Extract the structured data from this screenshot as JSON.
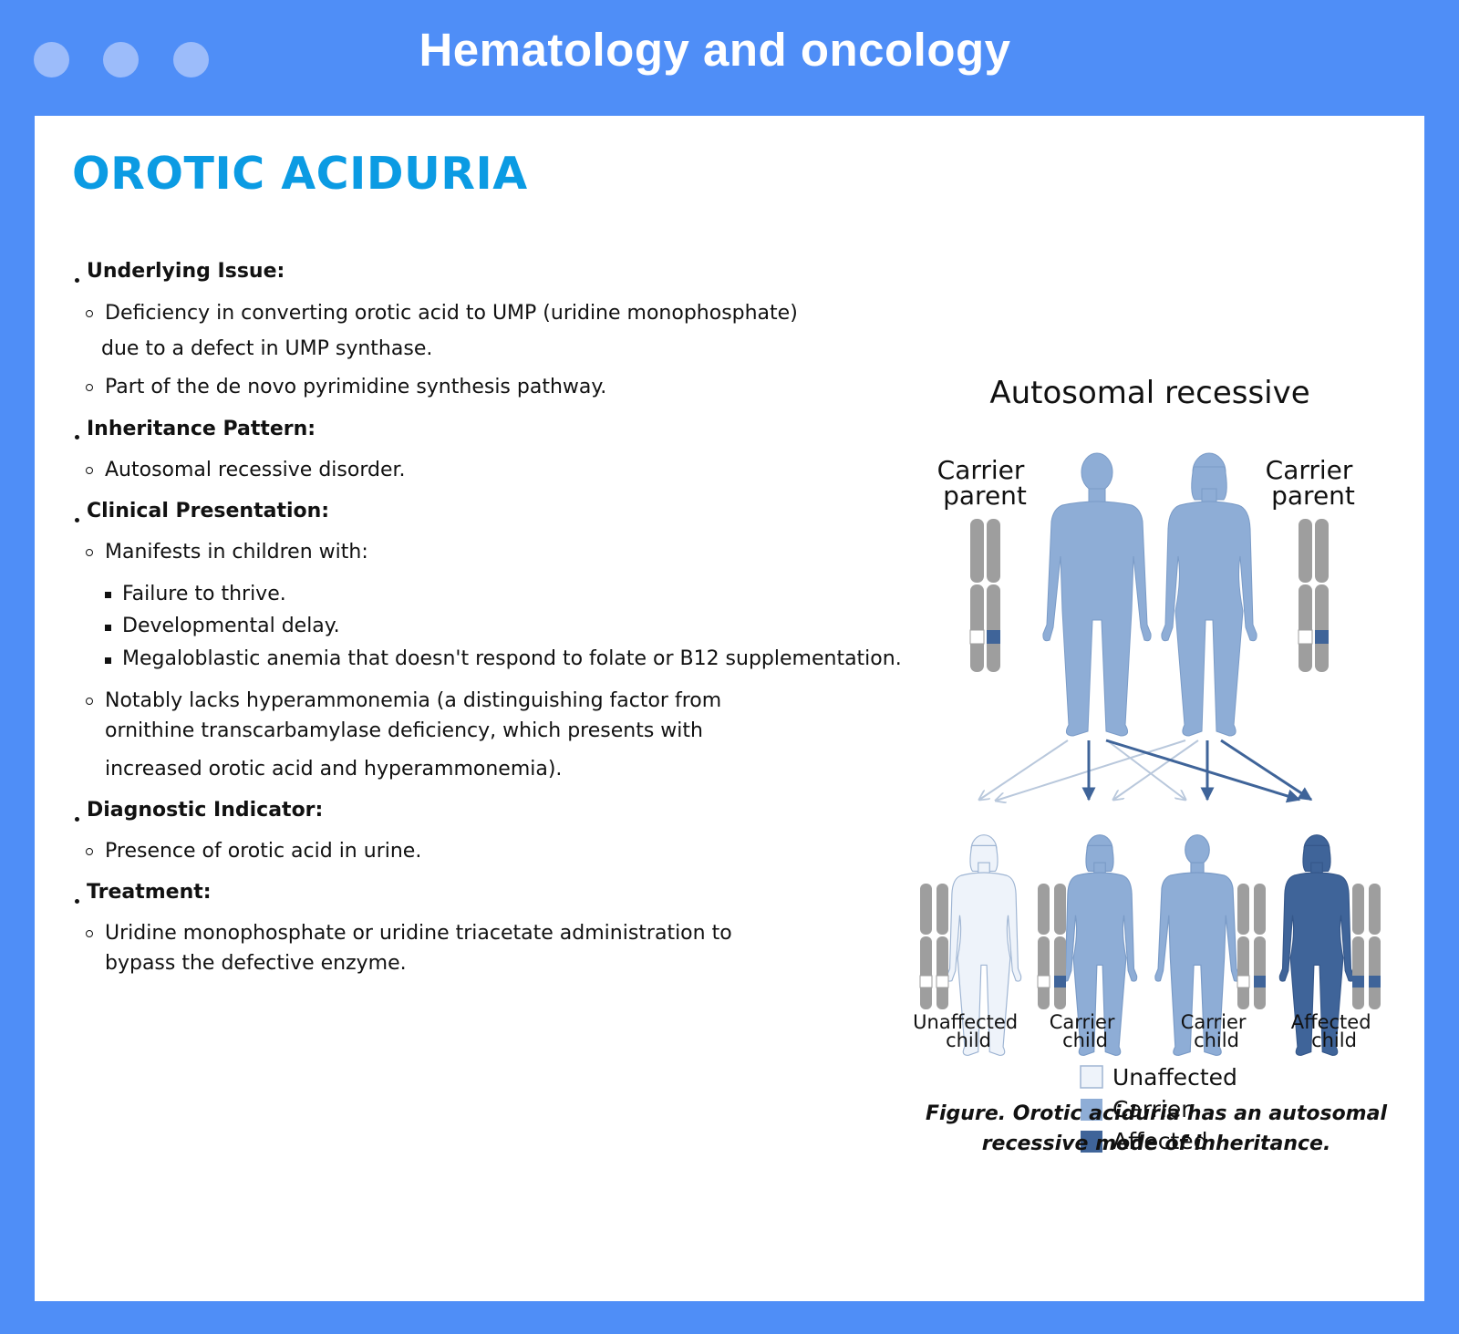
{
  "app": {
    "title": "Hematology and oncology"
  },
  "page": {
    "title": "OROTIC ACIDURIA"
  },
  "sections": [
    {
      "heading": "Underlying Issue:",
      "items": [
        {
          "lines": [
            "Deficiency in converting orotic acid to UMP (uridine monophosphate)",
            "due to a defect in UMP synthase."
          ]
        },
        {
          "lines": [
            "Part of the de novo pyrimidine synthesis pathway."
          ]
        }
      ]
    },
    {
      "heading": "Inheritance Pattern:",
      "items": [
        {
          "lines": [
            "Autosomal recessive disorder."
          ]
        }
      ]
    },
    {
      "heading": "Clinical Presentation:",
      "items": [
        {
          "lines": [
            "Manifests in children with:"
          ],
          "subitems": [
            "Failure to thrive.",
            "Developmental delay.",
            "Megaloblastic anemia that doesn't respond to folate or B12 supplementation."
          ]
        },
        {
          "lines": [
            "Notably lacks hyperammonemia (a distinguishing factor from",
            "ornithine transcarbamylase deficiency, which presents with",
            "increased orotic acid and hyperammonemia)."
          ]
        }
      ]
    },
    {
      "heading": "Diagnostic Indicator:",
      "items": [
        {
          "lines": [
            "Presence of orotic acid in urine."
          ]
        }
      ]
    },
    {
      "heading": "Treatment:",
      "items": [
        {
          "lines": [
            "Uridine monophosphate or uridine triacetate administration to",
            "bypass the defective enzyme."
          ]
        }
      ]
    }
  ],
  "figure": {
    "title": "Autosomal recessive",
    "parent_label_left": [
      "Carrier",
      "parent"
    ],
    "parent_label_right": [
      "Carrier",
      "parent"
    ],
    "children": [
      {
        "label": [
          "Unaffected",
          "child"
        ],
        "status": "unaffected"
      },
      {
        "label": [
          "Carrier",
          "child"
        ],
        "status": "carrier"
      },
      {
        "label": [
          "Carrier",
          "child"
        ],
        "status": "carrier"
      },
      {
        "label": [
          "Affected",
          "child"
        ],
        "status": "affected"
      }
    ],
    "legend": [
      {
        "label": "Unaffected",
        "color": "#eef3fa"
      },
      {
        "label": "Carrier",
        "color": "#8eadd6"
      },
      {
        "label": "Affected",
        "color": "#3f6499"
      }
    ],
    "caption": [
      "Figure. Orotic aciduria has an autosomal",
      "recessive mode of inheritance."
    ]
  },
  "colors": {
    "frame": "#4f8ef7",
    "title": "#0b9be3",
    "chromosome": "#9e9e9e",
    "arrow_dark": "#3f6499",
    "arrow_light": "#b9c8dc"
  }
}
